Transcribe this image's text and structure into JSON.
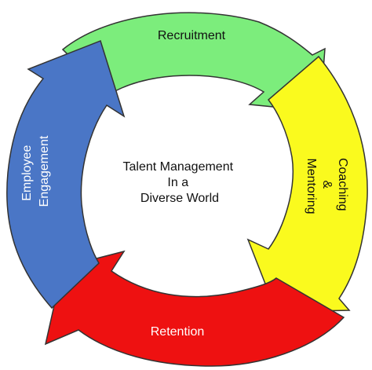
{
  "center": {
    "lines": [
      "Talent Management",
      "In a",
      "Diverse World"
    ]
  },
  "segments": [
    {
      "id": "recruitment",
      "lines": [
        "Recruitment"
      ],
      "color": "#7ced7c",
      "text_color": "#111111"
    },
    {
      "id": "coaching",
      "lines": [
        "Coaching",
        "&",
        "Mentoring"
      ],
      "color": "#fafa1e",
      "text_color": "#111111"
    },
    {
      "id": "retention",
      "lines": [
        "Retention"
      ],
      "color": "#ee1111",
      "text_color": "#ffffff"
    },
    {
      "id": "engagement",
      "lines": [
        "Employee",
        "Engagement"
      ],
      "color": "#4a76c6",
      "text_color": "#ffffff"
    }
  ]
}
